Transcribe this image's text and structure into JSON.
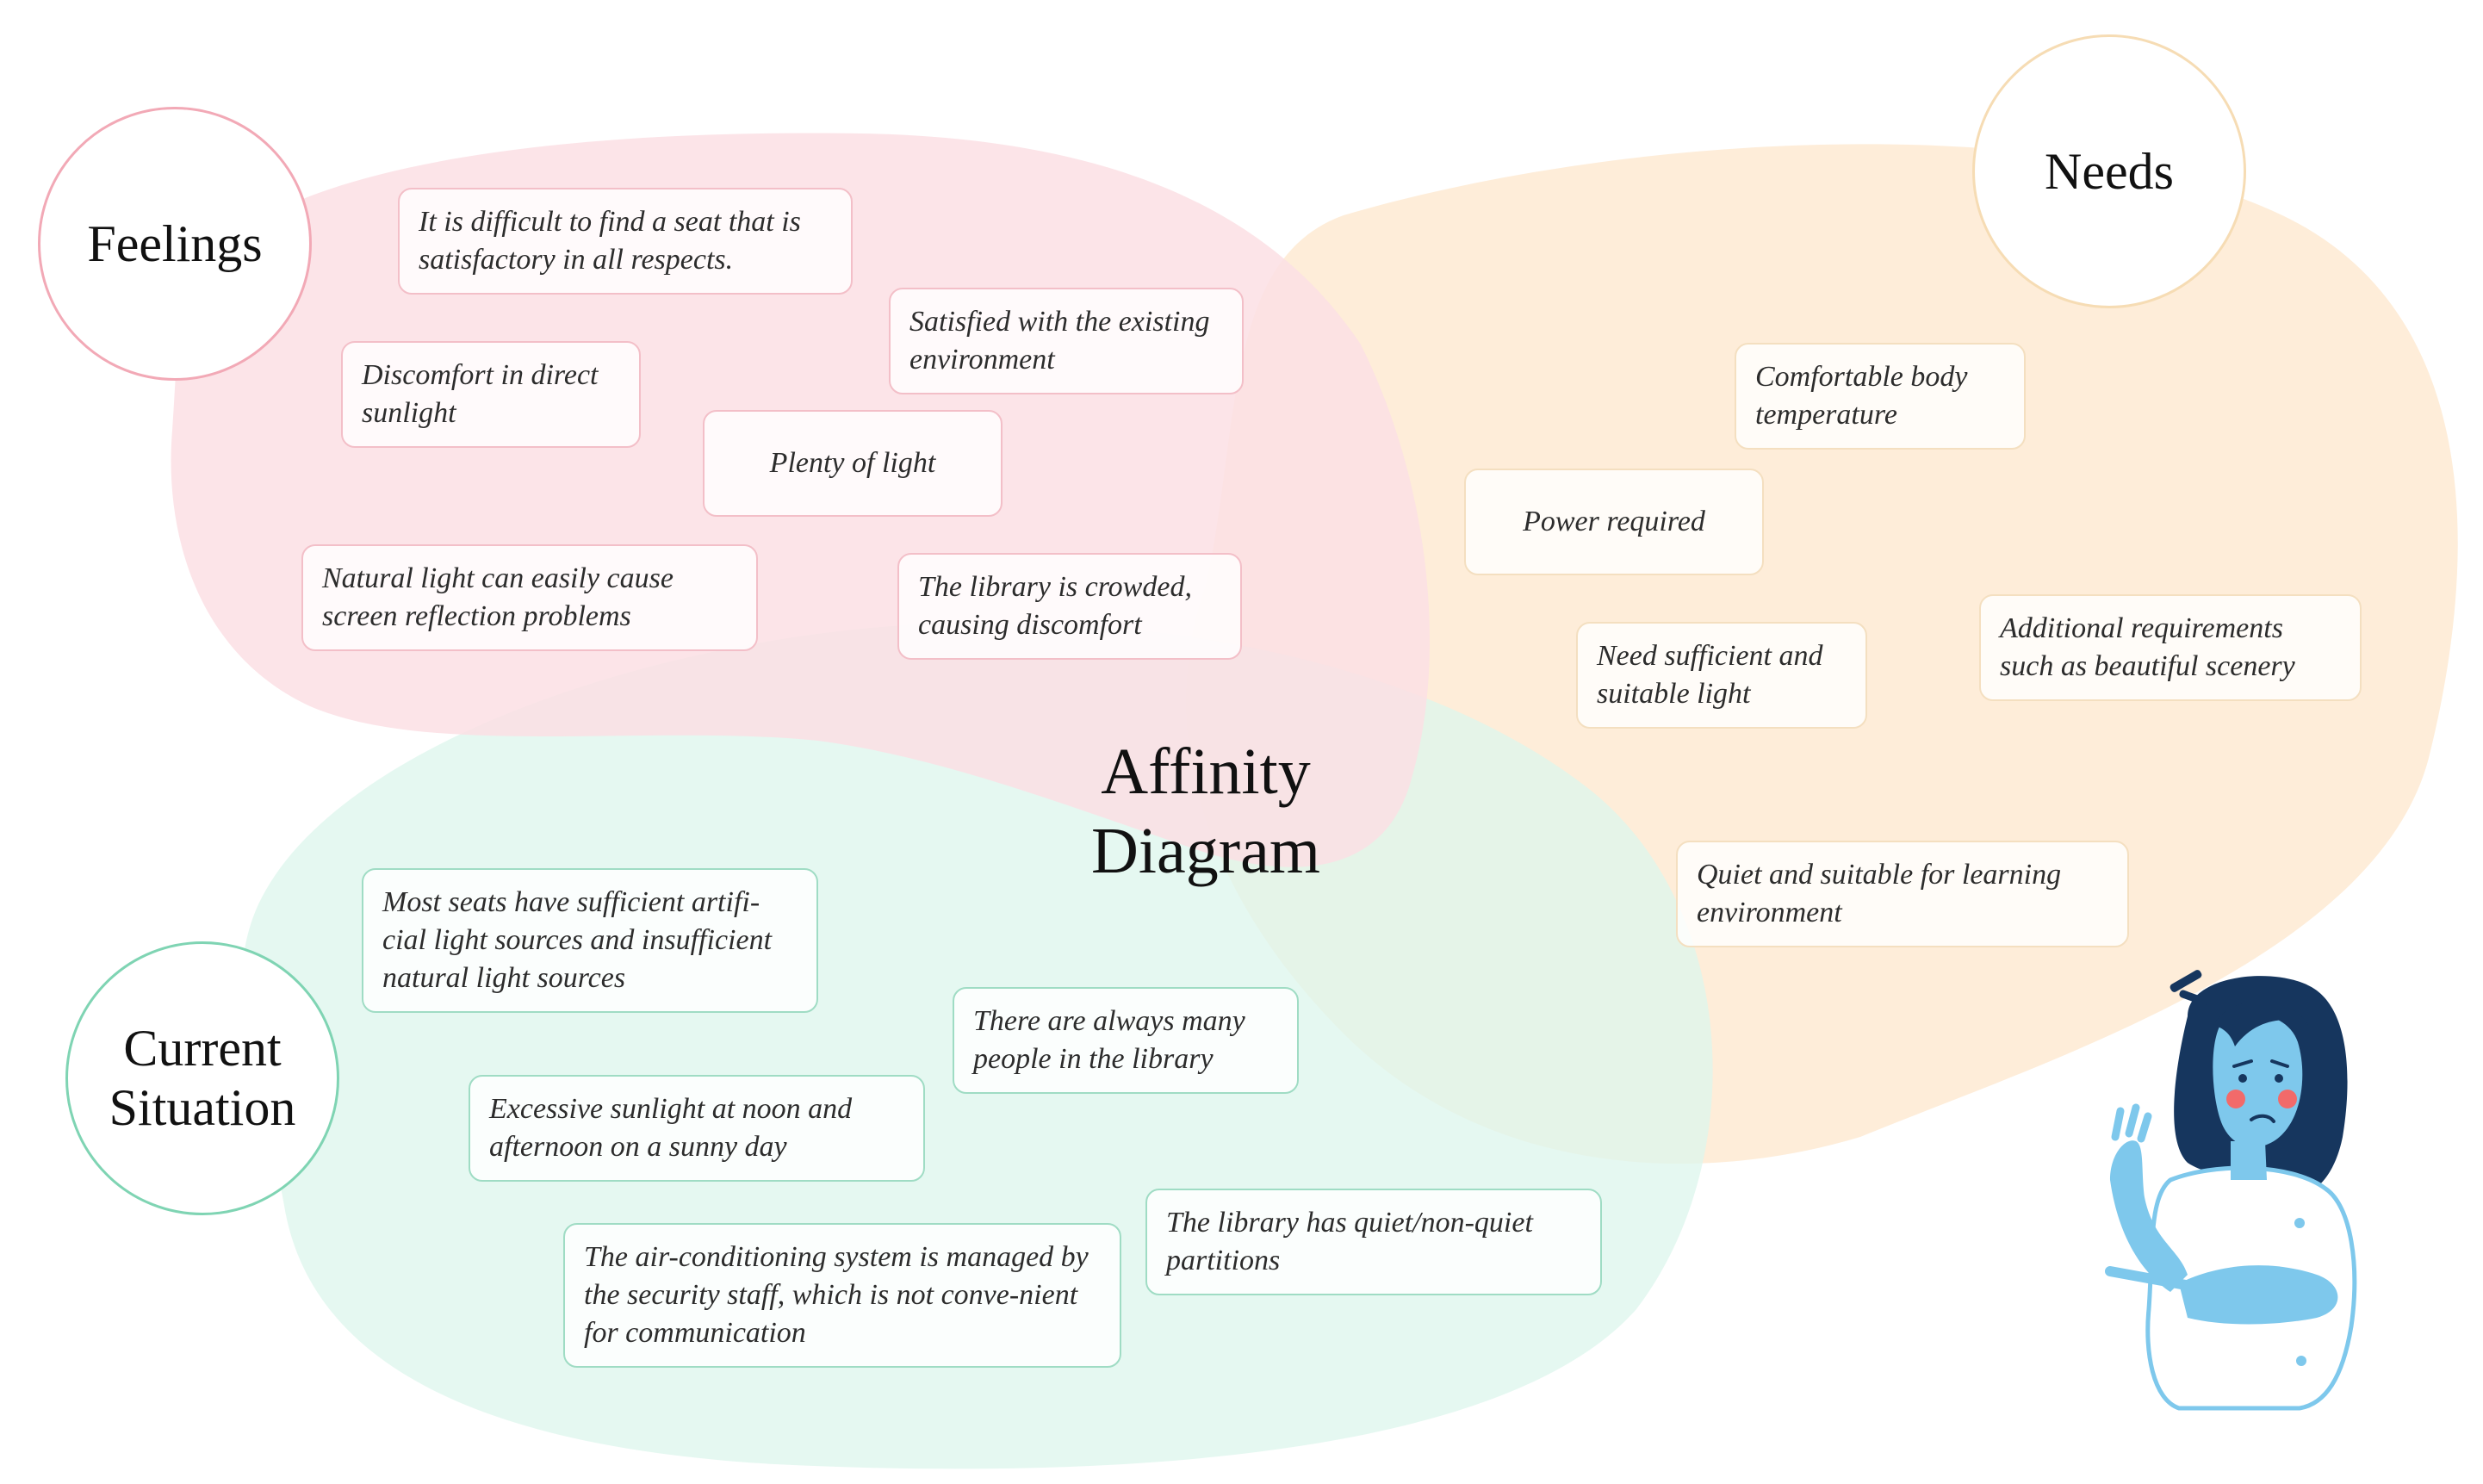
{
  "title": {
    "line1": "Affinity",
    "line2": "Diagram"
  },
  "groups": {
    "feelings": {
      "label": "Feelings",
      "color": "#fcdfe4",
      "notes": [
        "It is difficult to find a seat that is satisfactory in all respects.",
        "Satisfied with the existing environment",
        "Discomfort in direct sunlight",
        "Plenty of light",
        "Natural light can easily cause screen reflection problems",
        "The library is crowded, causing discomfort"
      ]
    },
    "needs": {
      "label": "Needs",
      "color": "#fde7cc",
      "notes": [
        "Comfortable body temperature",
        "Power required",
        "Need sufficient and suitable light",
        "Additional requirements such as beautiful scenery",
        "Quiet and suitable for learning environment"
      ]
    },
    "current": {
      "label_line1": "Current",
      "label_line2": "Situation",
      "color": "#dcf5ec",
      "notes": [
        "Most seats have sufficient artifi-cial light sources and insufficient natural light sources",
        "There are always many people in the library",
        "Excessive sunlight at noon and afternoon on a sunny day",
        "The air-conditioning system is managed by the security staff, which is not conve-nient for communication",
        "The library has quiet/non-quiet partitions"
      ]
    }
  },
  "illustration": {
    "icon": "worried-woman-pointing-illustration",
    "skin": "#7ec8ec",
    "hair": "#16365e",
    "cheek": "#f26a6a"
  }
}
